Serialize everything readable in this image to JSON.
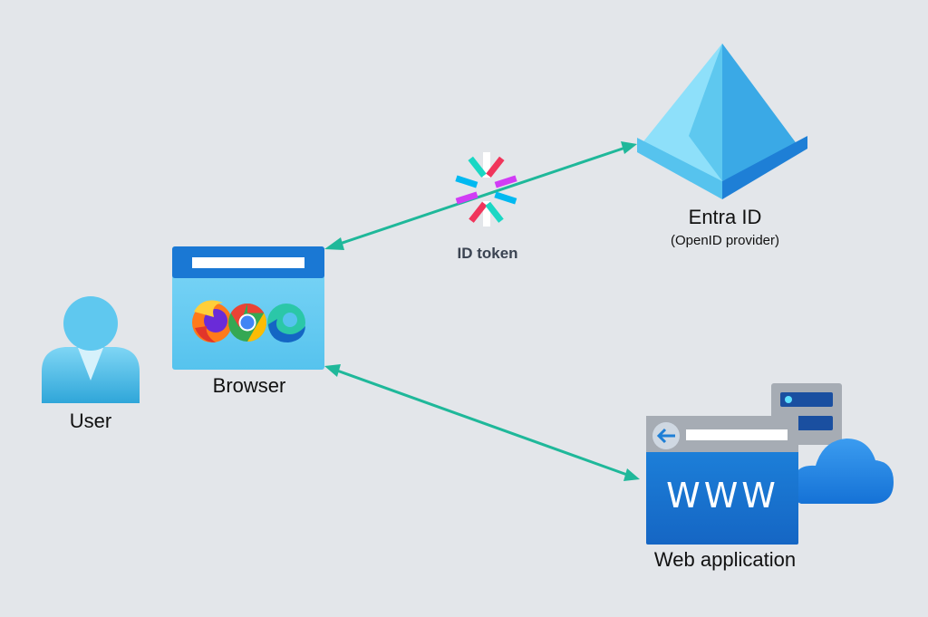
{
  "nodes": {
    "user": {
      "label": "User",
      "icon": "user-icon"
    },
    "browser": {
      "label": "Browser",
      "icon": "browser-window-icon",
      "browser_icons": [
        "firefox-icon",
        "chrome-icon",
        "edge-icon"
      ]
    },
    "entra": {
      "label": "Entra ID",
      "sublabel": "(OpenID provider)",
      "icon": "entra-id-pyramid-icon"
    },
    "webapp": {
      "label": "Web application",
      "icon": "web-application-icon",
      "www_text": "WWW",
      "extra_icons": [
        "server-icon",
        "cloud-icon"
      ]
    }
  },
  "token": {
    "label": "ID token",
    "icon": "jwt-icon"
  },
  "connections": [
    {
      "from": "browser",
      "to": "entra",
      "direction": "bidirectional"
    },
    {
      "from": "browser",
      "to": "webapp",
      "direction": "bidirectional"
    }
  ],
  "colors": {
    "background": "#e3e6ea",
    "arrow": "#1fb89a",
    "azure_blue": "#1e7fd6",
    "light_blue": "#5ec8ef"
  }
}
